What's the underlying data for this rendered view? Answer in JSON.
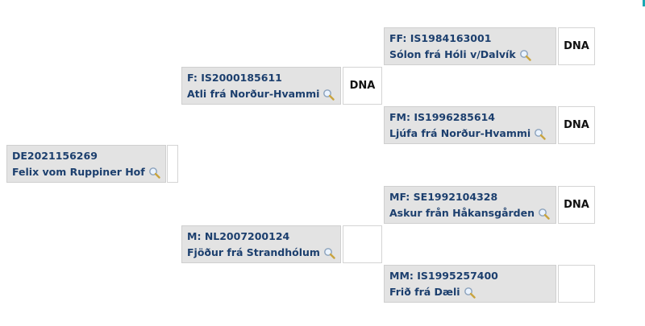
{
  "subject": {
    "code": "DE2021156269",
    "name": "Felix vom Ruppiner Hof"
  },
  "sire": {
    "prefix": "F:",
    "code": "IS2000185611",
    "name": "Atli frá Norður-Hvammi",
    "dna": "DNA"
  },
  "dam": {
    "prefix": "M:",
    "code": "NL2007200124",
    "name": "Fjöður frá Strandhólum",
    "dna": ""
  },
  "ff": {
    "prefix": "FF:",
    "code": "IS1984163001",
    "name": "Sólon frá Hóli v/Dalvík",
    "dna": "DNA"
  },
  "fm": {
    "prefix": "FM:",
    "code": "IS1996285614",
    "name": "Ljúfa frá Norður-Hvammi",
    "dna": "DNA"
  },
  "mf": {
    "prefix": "MF:",
    "code": "SE1992104328",
    "name": "Askur från Håkansgården",
    "dna": "DNA"
  },
  "mm": {
    "prefix": "MM:",
    "code": "IS1995257400",
    "name": "Frið frá Dæli",
    "dna": ""
  },
  "icons": {
    "search": "magnifier-icon"
  }
}
